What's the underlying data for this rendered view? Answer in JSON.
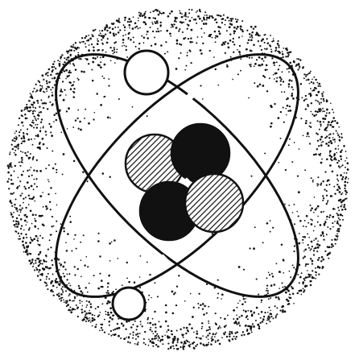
{
  "diagram": {
    "subject": "helium-atom",
    "nucleus": {
      "particles": [
        {
          "kind": "proton",
          "fill": "hatched"
        },
        {
          "kind": "neutron",
          "fill": "solid"
        },
        {
          "kind": "neutron",
          "fill": "solid"
        },
        {
          "kind": "proton",
          "fill": "hatched"
        }
      ]
    },
    "electrons": 2,
    "orbits": 2,
    "electron_cloud": "stippled",
    "colors": {
      "ink": "#111111",
      "background": "#ffffff",
      "electron_fill": "#ffffff"
    }
  }
}
